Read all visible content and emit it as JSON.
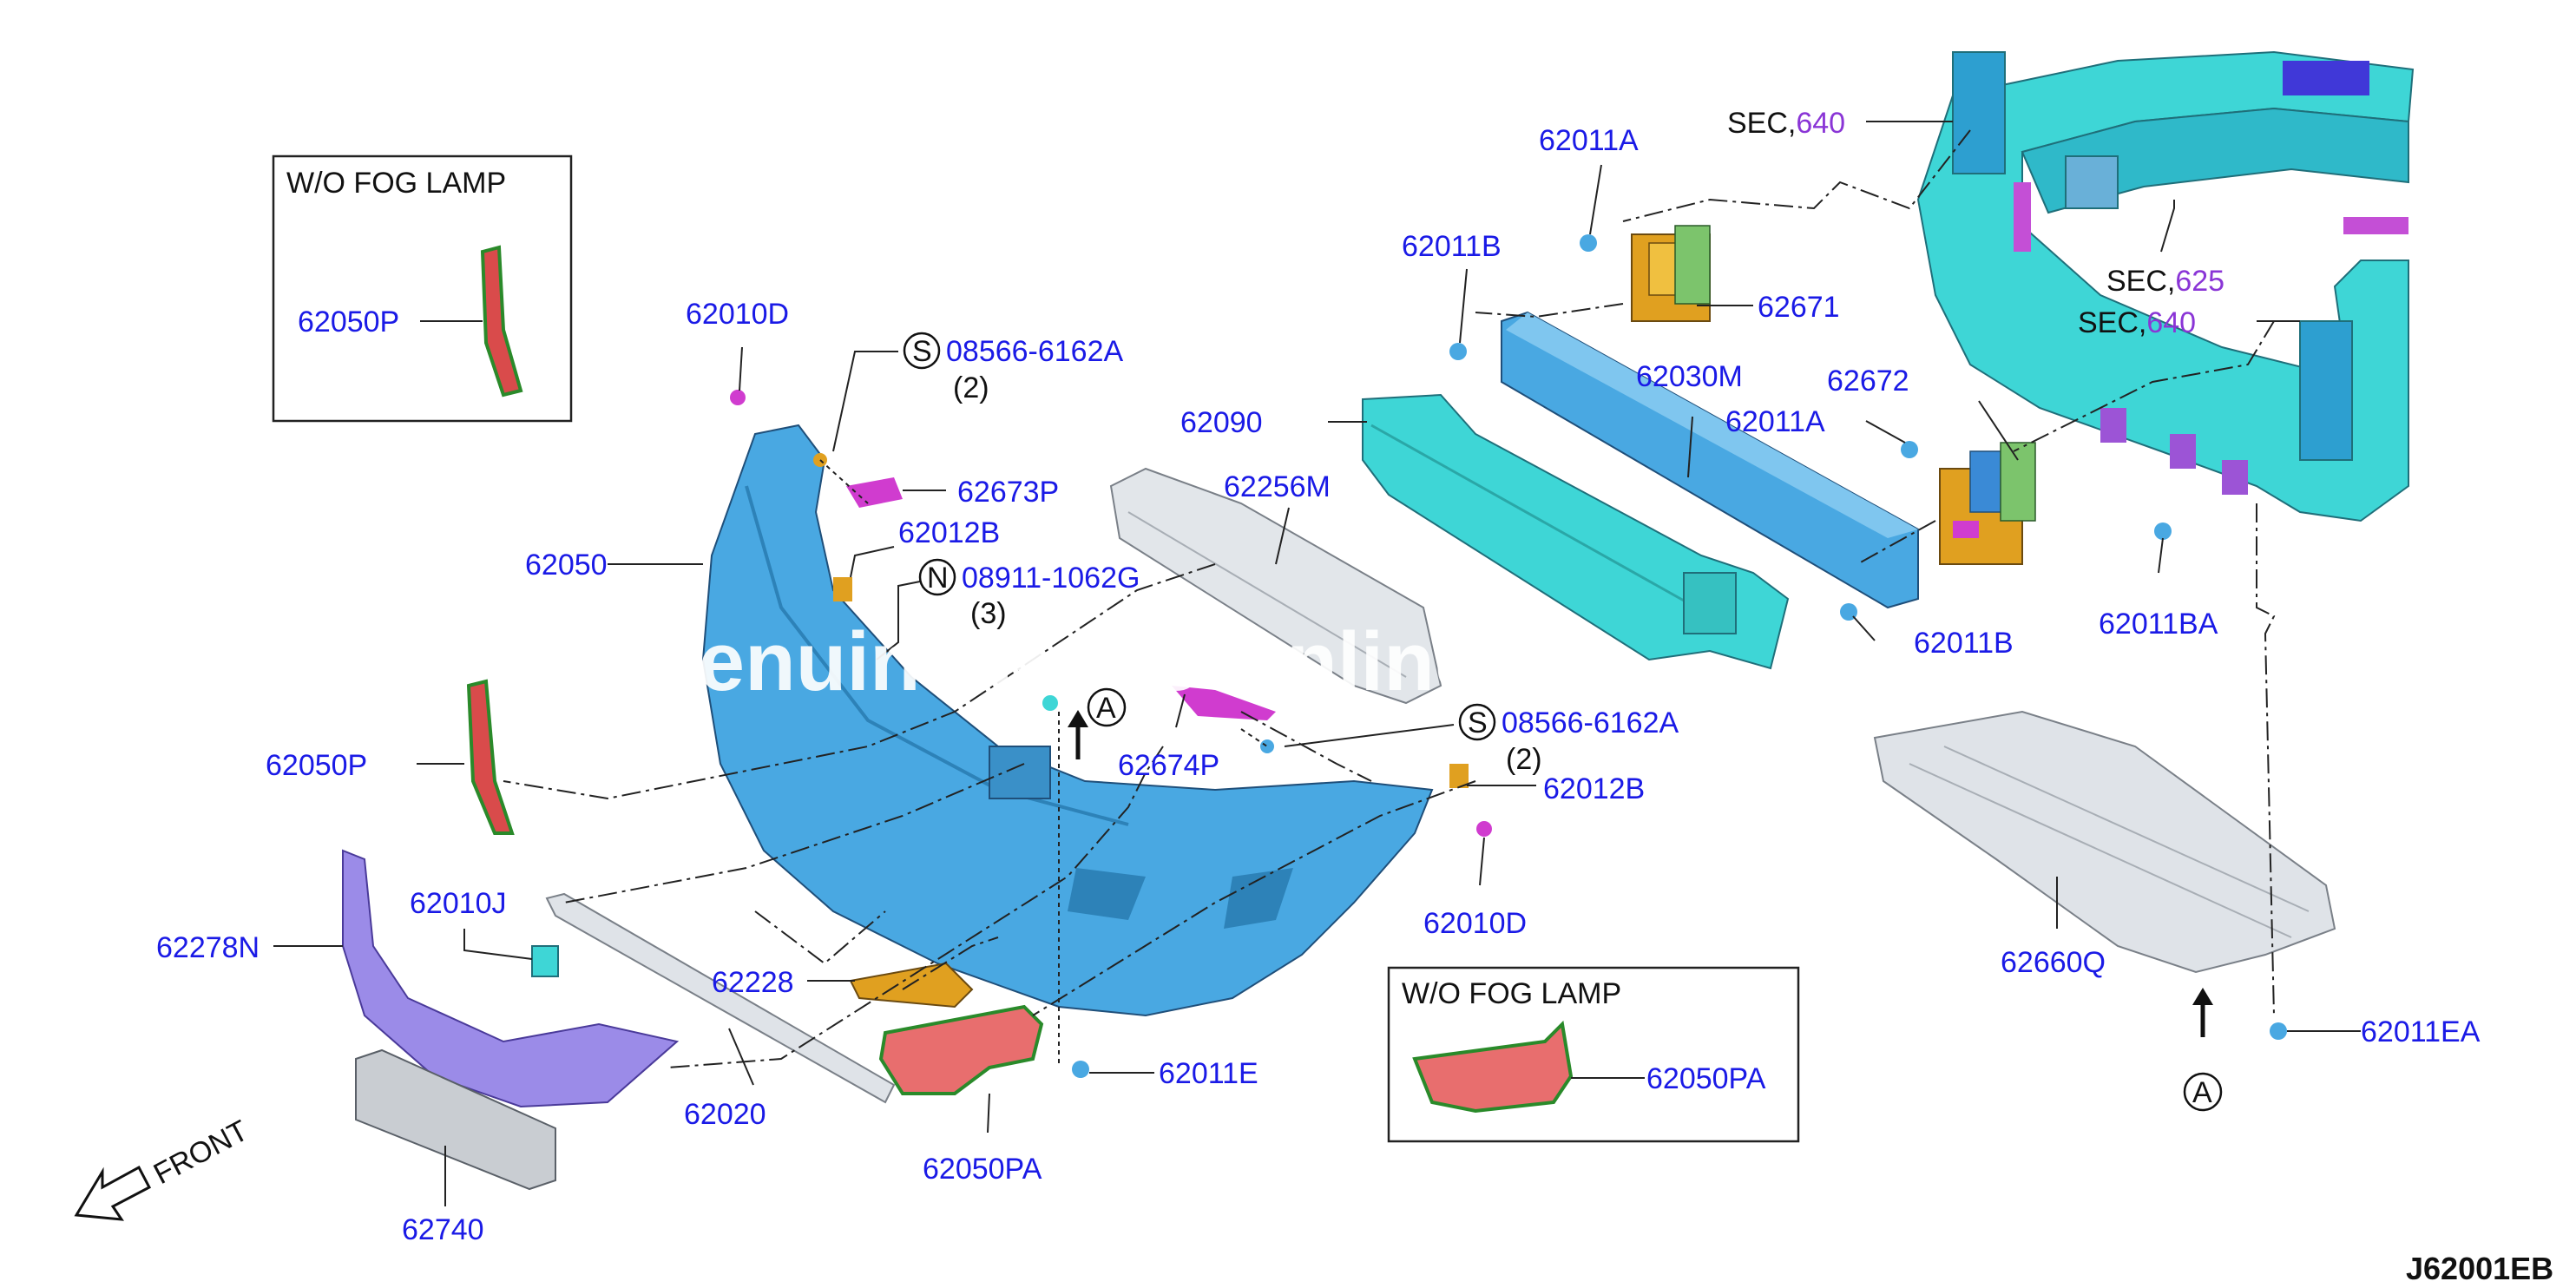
{
  "diagram_code": "J62001EB",
  "front_label": "FRONT",
  "watermark": "Genuine Parts Online",
  "insets": {
    "upper": {
      "title": "W/O FOG LAMP",
      "part": "62050P"
    },
    "lower": {
      "title": "W/O FOG LAMP",
      "part": "62050PA"
    }
  },
  "section_refs": [
    {
      "prefix": "SEC,",
      "number": "640"
    },
    {
      "prefix": "SEC,",
      "number": "625"
    },
    {
      "prefix": "SEC,",
      "number": "640"
    }
  ],
  "callouts": [
    {
      "part": "62011A"
    },
    {
      "part": "62011B"
    },
    {
      "part": "62671"
    },
    {
      "part": "62030M"
    },
    {
      "part": "62672"
    },
    {
      "part": "62011A"
    },
    {
      "part": "62090"
    },
    {
      "part": "62256M"
    },
    {
      "part": "62010D"
    },
    {
      "part": "08566-6162A",
      "marker": "S",
      "qty": "(2)"
    },
    {
      "part": "62673P"
    },
    {
      "part": "62012B"
    },
    {
      "part": "62050"
    },
    {
      "part": "08911-1062G",
      "marker": "N",
      "qty": "(3)"
    },
    {
      "part": "62011B"
    },
    {
      "part": "62011BA"
    },
    {
      "part": "62674P"
    },
    {
      "part": "08566-6162A",
      "marker": "S",
      "qty": "(2)"
    },
    {
      "part": "62012B"
    },
    {
      "part": "62050P"
    },
    {
      "part": "62010D"
    },
    {
      "part": "62010J"
    },
    {
      "part": "62278N"
    },
    {
      "part": "62228"
    },
    {
      "part": "62011E"
    },
    {
      "part": "62020"
    },
    {
      "part": "62050PA"
    },
    {
      "part": "62740"
    },
    {
      "part": "62660Q"
    },
    {
      "part": "62011EA"
    }
  ],
  "view_markers": [
    "A",
    "A"
  ],
  "colors": {
    "part_number": "#1a1ae6",
    "section_number": "#8a35d6",
    "bumper": "#49a8e2",
    "frame": "#3ed6d6",
    "bracket": "#e0a020",
    "clip": "#d03ccf",
    "lamp": "#d94b4b",
    "grille": "#9b8be8",
    "gray_part": "#c9cdd2"
  }
}
